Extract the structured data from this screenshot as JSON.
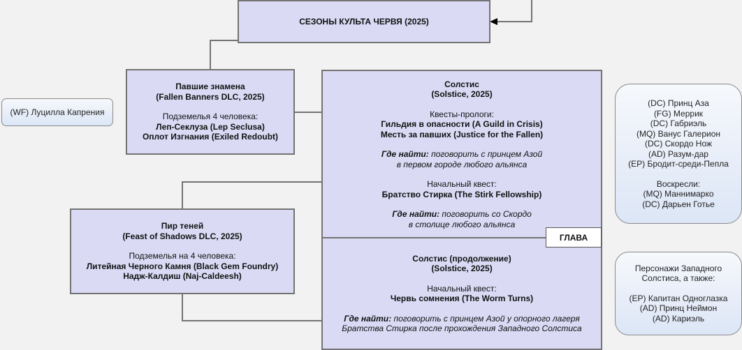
{
  "root": {
    "title": "СЕЗОНЫ КУЛЬТА ЧЕРВЯ (2025)"
  },
  "fallen_banners": {
    "title": "Павшие знамена",
    "subtitle": "(Fallen Banners DLC, 2025)",
    "dungeons_label": "Подземелья 4 человека:",
    "dungeons": [
      "Леп-Секлуза (Lep Seclusa)",
      "Оплот Изгнания (Exiled Redoubt)"
    ]
  },
  "lucilla": {
    "label": "(WF) Луцилла Капрения"
  },
  "solstice": {
    "title": "Солстис",
    "subtitle": "(Solstice, 2025)",
    "prologue_label": "Квесты-прологи:",
    "prologues": [
      "Гильдия в опасности (A Guild in Crisis)",
      "Месть за павших (Justice for the Fallen)"
    ],
    "where1_label": "Где найти:",
    "where1_text": [
      "поговорить с принцем Азой",
      "в первом городе любого альянса"
    ],
    "start_label": "Начальный квест:",
    "start_quest": "Братство Стирка (The Stirk Fellowship)",
    "where2_label": "Где найти:",
    "where2_text": [
      "поговорить со Скордо",
      "в столице любого альянса"
    ]
  },
  "chapter_tag": "ГЛАВА",
  "solstice2": {
    "title": "Солстис (продолжение)",
    "subtitle": "(Solstice, 2025)",
    "start_label": "Начальный квест:",
    "start_quest": "Червь сомнения (The Worm Turns)",
    "where_label": "Где найти:",
    "where_text": [
      "поговорить с принцем Азой у опорного лагеря",
      "Братства Стирка после прохождения Западного Солстиса"
    ]
  },
  "feast": {
    "title": "Пир теней",
    "subtitle": "(Feast of Shadows DLC, 2025)",
    "dungeons_label": "Подземелья на 4 человека:",
    "dungeons": [
      "Литейная Черного Камня (Black Gem Foundry)",
      "Надж-Калдиш (Naj-Caldeesh)"
    ]
  },
  "characters1": {
    "list": [
      "(DC) Принц Аза",
      "(FG) Меррик",
      "(DC) Габриэль",
      "(MQ) Ванус Галерион",
      "(DC) Скордо Нож",
      "(AD) Разум-дар",
      "(EP) Бродит-среди-Пепла"
    ],
    "resurrected_label": "Воскресли:",
    "resurrected": [
      "(MQ) Маннимарко",
      "(DC) Дарьен Готье"
    ]
  },
  "characters2": {
    "intro": [
      "Персонажи Западного",
      "Солстиса, а также:"
    ],
    "list": [
      "(EP) Капитан Одноглазка",
      "(AD) Принц Неймон",
      "(AD) Кариэль"
    ]
  }
}
